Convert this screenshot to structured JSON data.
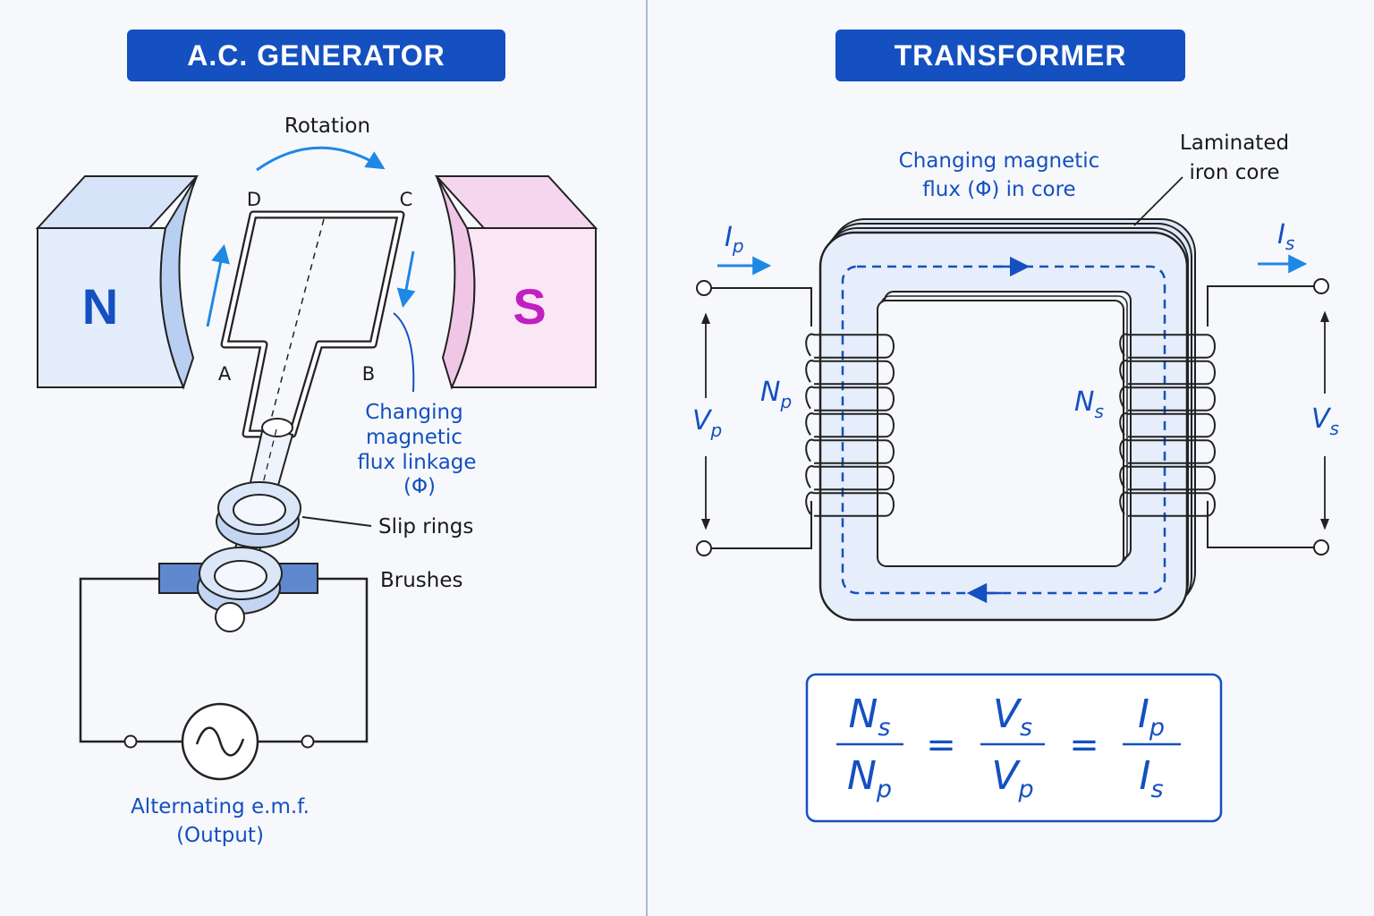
{
  "generator": {
    "title": "A.C. GENERATOR",
    "rotation_label": "Rotation",
    "pole_north": "N",
    "pole_south": "S",
    "corner_a": "A",
    "corner_b": "B",
    "corner_c": "C",
    "corner_d": "D",
    "flux_linkage_label": [
      "Changing",
      "magnetic",
      "flux linkage",
      "(Φ)"
    ],
    "slip_rings_label": "Slip rings",
    "brushes_label": "Brushes",
    "output_label": [
      "Alternating e.m.f.",
      "(Output)"
    ]
  },
  "transformer": {
    "title": "TRANSFORMER",
    "flux_label": [
      "Changing magnetic",
      "flux (Φ) in core"
    ],
    "core_label": [
      "Laminated",
      "iron core"
    ],
    "primary_current": {
      "symbol": "I",
      "sub": "p"
    },
    "secondary_current": {
      "symbol": "I",
      "sub": "s"
    },
    "primary_voltage": {
      "symbol": "V",
      "sub": "p"
    },
    "secondary_voltage": {
      "symbol": "V",
      "sub": "s"
    },
    "primary_turns": {
      "symbol": "N",
      "sub": "p"
    },
    "secondary_turns": {
      "symbol": "N",
      "sub": "s"
    },
    "equation": {
      "equals": "=",
      "fractions": [
        {
          "num": {
            "symbol": "N",
            "sub": "s"
          },
          "den": {
            "symbol": "N",
            "sub": "p"
          }
        },
        {
          "num": {
            "symbol": "V",
            "sub": "s"
          },
          "den": {
            "symbol": "V",
            "sub": "p"
          }
        },
        {
          "num": {
            "symbol": "I",
            "sub": "p"
          },
          "den": {
            "symbol": "I",
            "sub": "s"
          }
        }
      ]
    }
  },
  "colors": {
    "accent": "#1450c0",
    "arrow": "#1e88e5",
    "north_fill": "#e4edfc",
    "south_fill": "#fbe6f6",
    "south_letter": "#c020c0",
    "divider": "#a9bcd6"
  }
}
